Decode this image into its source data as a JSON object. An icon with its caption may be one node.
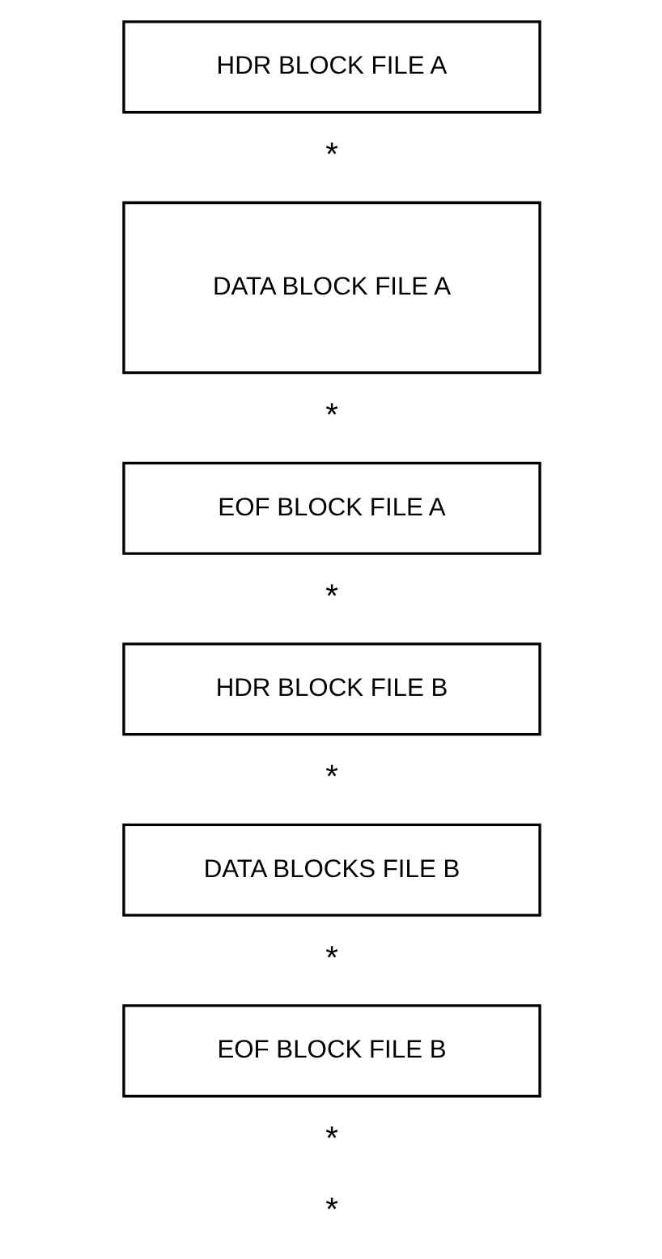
{
  "diagram": {
    "nodes": [
      {
        "text": [
          "HDR BLOCK FILE A"
        ]
      },
      {
        "text": [
          "DATA BLOCK FILE A"
        ]
      },
      {
        "text": [
          "EOF BLOCK FILE A"
        ]
      },
      {
        "text": [
          "HDR BLOCK FILE B"
        ]
      },
      {
        "text": [
          "DATA BLOCKS FILE B"
        ]
      },
      {
        "text": [
          "EOF BLOCK FILE B"
        ]
      }
    ],
    "edges": [],
    "labels": [
      "*",
      "*",
      "*",
      "*",
      "*",
      "*",
      "*"
    ]
  }
}
